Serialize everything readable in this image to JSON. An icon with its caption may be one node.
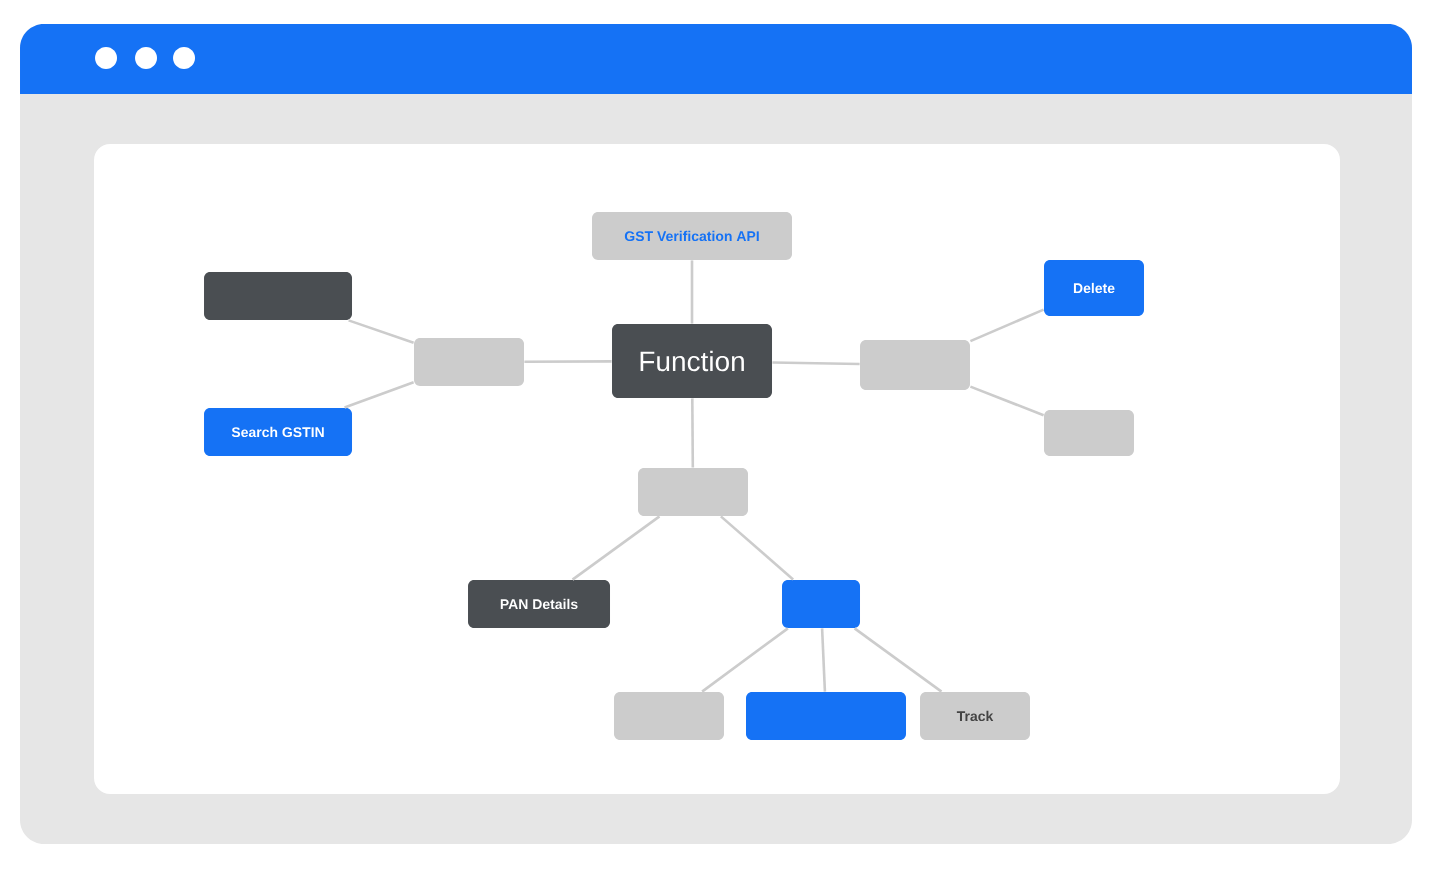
{
  "diagram": {
    "nodes": [
      {
        "text": [
          "GST Verification API"
        ]
      },
      {
        "text": [],
        "shape": "box"
      },
      {
        "text": [
          "Delete"
        ]
      },
      {
        "text": [],
        "shape": "box"
      },
      {
        "text": [
          "Function"
        ]
      },
      {
        "text": [],
        "shape": "box"
      },
      {
        "text": [
          "Search GSTIN"
        ]
      },
      {
        "text": [],
        "shape": "box"
      },
      {
        "text": [],
        "shape": "box"
      },
      {
        "text": [
          "PAN  Details"
        ]
      },
      {
        "text": [],
        "shape": "box"
      },
      {
        "text": [],
        "shape": "box"
      },
      {
        "text": [],
        "shape": "box"
      },
      {
        "text": [
          "Track"
        ]
      }
    ],
    "edges": [
      {
        "from": 4,
        "to": 0,
        "arrow": "none"
      },
      {
        "from": 3,
        "to": 4,
        "arrow": "none"
      },
      {
        "from": 1,
        "to": 3,
        "arrow": "none"
      },
      {
        "from": 6,
        "to": 3,
        "arrow": "none"
      },
      {
        "from": 4,
        "to": 5,
        "arrow": "none"
      },
      {
        "from": 5,
        "to": 2,
        "arrow": "none"
      },
      {
        "from": 5,
        "to": 7,
        "arrow": "none"
      },
      {
        "from": 4,
        "to": 8,
        "arrow": "none"
      },
      {
        "from": 8,
        "to": 9,
        "arrow": "none"
      },
      {
        "from": 8,
        "to": 10,
        "arrow": "none"
      },
      {
        "from": 10,
        "to": 11,
        "arrow": "none"
      },
      {
        "from": 10,
        "to": 12,
        "arrow": "none"
      },
      {
        "from": 10,
        "to": 13,
        "arrow": "none"
      }
    ]
  }
}
